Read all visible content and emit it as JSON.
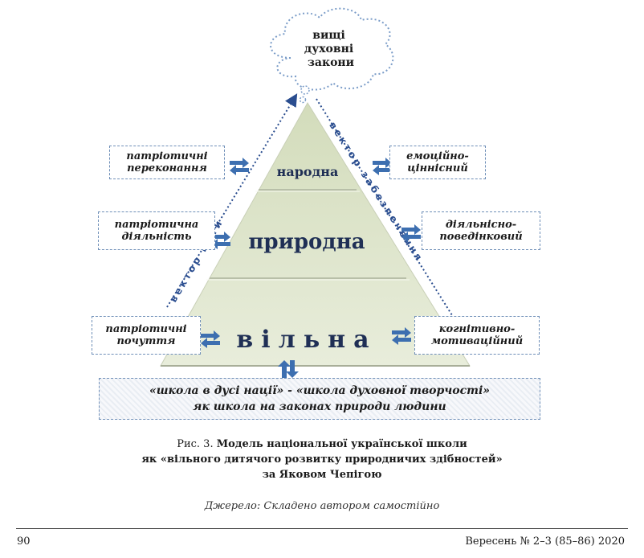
{
  "cloud_text": [
    "вищі",
    "духовні",
    "закони"
  ],
  "left_vector": "вектор мети",
  "right_vector": "вектор забезпечення",
  "levels": [
    "народна",
    "природна",
    "вільна"
  ],
  "left_boxes": [
    [
      "патріотичні",
      "переконання"
    ],
    [
      "патріотична",
      "діяльність"
    ],
    [
      "патріотичні",
      "почуття"
    ]
  ],
  "right_boxes": [
    [
      "емоційно-",
      "ціннісний"
    ],
    [
      "діяльнісно-",
      "поведінковий"
    ],
    [
      "когнітивно-",
      "мотиваційний"
    ]
  ],
  "bottom_box": [
    "«школа в дусі нації» - «школа духовної творчості»",
    "як школа на законах природи людини"
  ],
  "caption": {
    "prefix": "Рис. 3.",
    "line1": "Модель національної української школи",
    "line2": "як «вільного дитячого розвитку природничих здібностей»",
    "line3": "за Яковом Чепігою"
  },
  "source": "Джерело: Складено автором самостійно",
  "footer": {
    "page_number": "90",
    "issue": "Вересень № 2–3 (85–86) 2020"
  },
  "colors": {
    "pyramid_top": "#dfe6cd",
    "pyramid_bottom": "#e4ead5",
    "arrow": "#3d6fb0",
    "vector_text": "#2a4d8f"
  }
}
